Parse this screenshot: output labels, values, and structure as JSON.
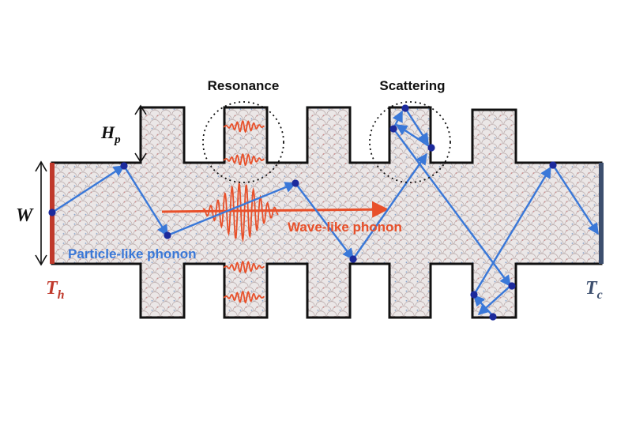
{
  "labels": {
    "resonance": "Resonance",
    "scattering": "Scattering",
    "pillar_height": {
      "main": "H",
      "sub": "p"
    },
    "width": "W",
    "hot": {
      "main": "T",
      "sub": "h"
    },
    "cold": {
      "main": "T",
      "sub": "c"
    },
    "particle": "Particle-like phonon",
    "wave": "Wave-like phonon"
  },
  "colors": {
    "hot": "#c0392b",
    "cold": "#3d4f6e",
    "particle": "#3a78d8",
    "wave": "#e8502a",
    "node": "#1c2a9c",
    "outline": "#111111",
    "lattice_fill": "#e8e4e4",
    "lattice_edge": "#b9a8a8"
  }
}
